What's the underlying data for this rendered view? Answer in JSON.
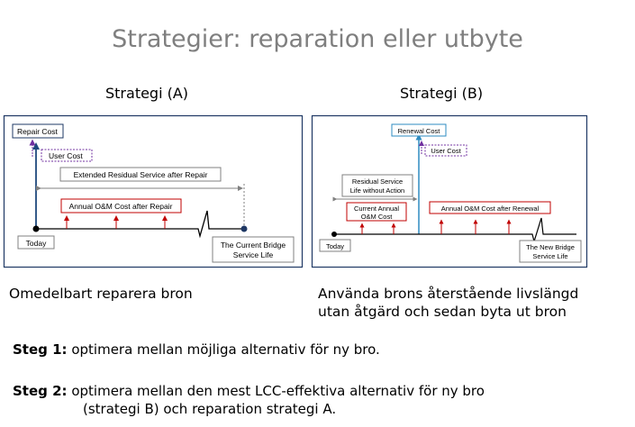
{
  "title": "Strategier: reparation eller utbyte",
  "strategy_a": {
    "label": "Strategi (A)",
    "repair_cost": "Repair Cost",
    "user_cost": "User Cost",
    "extended_life": "Extended Residual Service after Repair",
    "annual_om": "Annual O&M Cost after Repair",
    "today": "Today",
    "end_line1": "The Current Bridge",
    "end_line2": "Service Life",
    "caption": "Omedelbart reparera bron"
  },
  "strategy_b": {
    "label": "Strategi (B)",
    "renewal_cost": "Renewal Cost",
    "user_cost": "User Cost",
    "residual_line1": "Residual Service",
    "residual_line2": "Life without Action",
    "current_line1": "Current Annual",
    "current_line2": "O&M Cost",
    "annual_om_renewal": "Annual O&M Cost after Renewal",
    "today": "Today",
    "end_line1": "The New Bridge",
    "end_line2": "Service Life",
    "caption_line1": "Använda brons återstående livslängd",
    "caption_line2": "utan åtgärd och sedan byta ut bron"
  },
  "steps": [
    {
      "label": "Steg 1:",
      "text_line1": "optimera mellan möjliga alternativ för ny bro.",
      "text_line2": ""
    },
    {
      "label": "Steg 2:",
      "text_line1": "optimera mellan den mest LCC-effektiva alternativ för ny bro",
      "text_line2": "(strategi B) och reparation strategi A."
    }
  ],
  "colors": {
    "title": "#7f7f7f",
    "frame": "#1f3864",
    "cost_arrow": "#1f497d",
    "user_cost": "#7030a0",
    "om_box": "#c00000",
    "renewal": "#2e8bc0"
  }
}
